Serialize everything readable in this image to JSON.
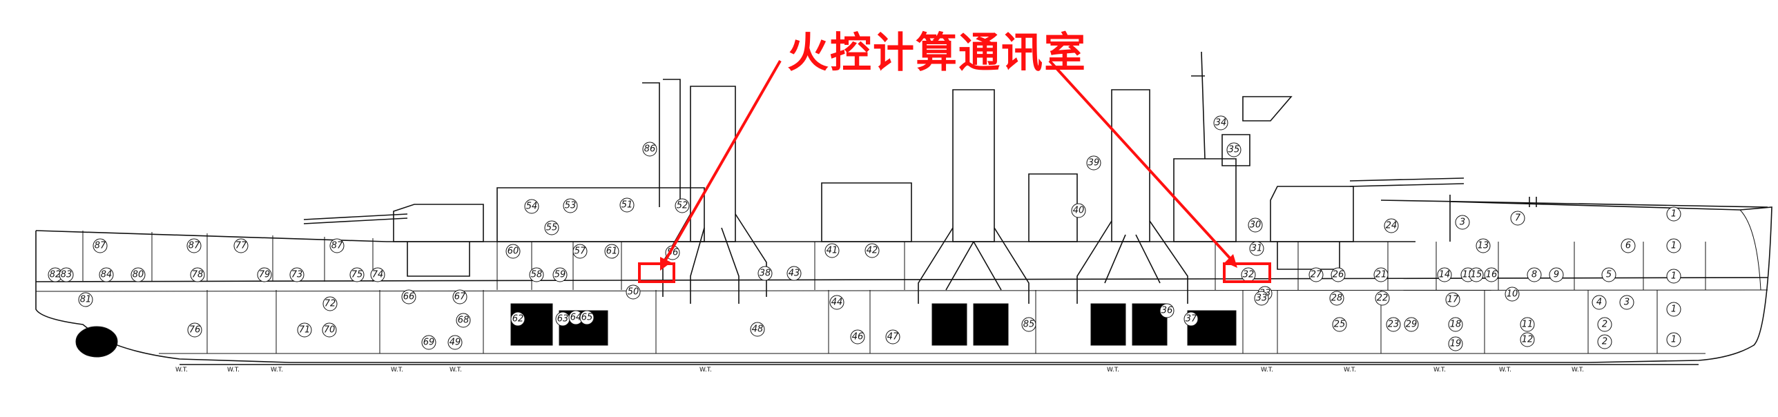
{
  "annotation": {
    "label": "火控计算通讯室",
    "color": "#ff1010"
  },
  "wt_label": "W.T.",
  "compartments": [
    {
      "id": "c1",
      "n": "1"
    },
    {
      "id": "c2",
      "n": "1"
    },
    {
      "id": "c3",
      "n": "1"
    },
    {
      "id": "c4",
      "n": "1"
    },
    {
      "id": "c5",
      "n": "1"
    },
    {
      "id": "c6",
      "n": "2"
    },
    {
      "id": "c7",
      "n": "2"
    },
    {
      "id": "c8",
      "n": "3"
    },
    {
      "id": "c9",
      "n": "3"
    },
    {
      "id": "c10",
      "n": "4"
    },
    {
      "id": "c11",
      "n": "5"
    },
    {
      "id": "c12",
      "n": "6"
    },
    {
      "id": "c13",
      "n": "7"
    },
    {
      "id": "c14",
      "n": "8"
    },
    {
      "id": "c15",
      "n": "9"
    },
    {
      "id": "c16",
      "n": "10"
    },
    {
      "id": "c17",
      "n": "11"
    },
    {
      "id": "c18",
      "n": "12"
    },
    {
      "id": "c19",
      "n": "13"
    },
    {
      "id": "c20",
      "n": "14"
    },
    {
      "id": "c21",
      "n": "15"
    },
    {
      "id": "c22",
      "n": "16"
    },
    {
      "id": "c23",
      "n": "17"
    },
    {
      "id": "c24",
      "n": "18"
    },
    {
      "id": "c25",
      "n": "19"
    },
    {
      "id": "c26",
      "n": "21"
    },
    {
      "id": "c27",
      "n": "22"
    },
    {
      "id": "c28",
      "n": "23"
    },
    {
      "id": "c29",
      "n": "24"
    },
    {
      "id": "c30",
      "n": "25"
    },
    {
      "id": "c31",
      "n": "26"
    },
    {
      "id": "c32",
      "n": "27"
    },
    {
      "id": "c33",
      "n": "28"
    },
    {
      "id": "c34",
      "n": "29"
    },
    {
      "id": "c35",
      "n": "30"
    },
    {
      "id": "c36",
      "n": "31"
    },
    {
      "id": "c37",
      "n": "32"
    },
    {
      "id": "c38",
      "n": "33"
    },
    {
      "id": "c39",
      "n": "34"
    },
    {
      "id": "c40",
      "n": "35"
    },
    {
      "id": "c41",
      "n": "36"
    },
    {
      "id": "c42",
      "n": "37"
    },
    {
      "id": "c43",
      "n": "38"
    },
    {
      "id": "c44",
      "n": "39"
    },
    {
      "id": "c45",
      "n": "40"
    },
    {
      "id": "c46",
      "n": "41"
    },
    {
      "id": "c47",
      "n": "42"
    },
    {
      "id": "c48",
      "n": "43"
    },
    {
      "id": "c49",
      "n": "44"
    },
    {
      "id": "c50",
      "n": "46"
    },
    {
      "id": "c51",
      "n": "47"
    },
    {
      "id": "c52",
      "n": "48"
    },
    {
      "id": "c53",
      "n": "49"
    },
    {
      "id": "c54",
      "n": "50"
    },
    {
      "id": "c55",
      "n": "51"
    },
    {
      "id": "c56",
      "n": "52"
    },
    {
      "id": "c57",
      "n": "53"
    },
    {
      "id": "c58",
      "n": "54"
    },
    {
      "id": "c59",
      "n": "55"
    },
    {
      "id": "c60",
      "n": "56"
    },
    {
      "id": "c61",
      "n": "57"
    },
    {
      "id": "c62",
      "n": "58"
    },
    {
      "id": "c63",
      "n": "59"
    },
    {
      "id": "c64",
      "n": "60"
    },
    {
      "id": "c65",
      "n": "61"
    },
    {
      "id": "c66",
      "n": "62"
    },
    {
      "id": "c67",
      "n": "63"
    },
    {
      "id": "c68",
      "n": "64"
    },
    {
      "id": "c69",
      "n": "65"
    },
    {
      "id": "c70",
      "n": "66"
    },
    {
      "id": "c71",
      "n": "67"
    },
    {
      "id": "c72",
      "n": "68"
    },
    {
      "id": "c73",
      "n": "69"
    },
    {
      "id": "c74",
      "n": "70"
    },
    {
      "id": "c75",
      "n": "71"
    },
    {
      "id": "c76",
      "n": "72"
    },
    {
      "id": "c77",
      "n": "73"
    },
    {
      "id": "c78",
      "n": "74"
    },
    {
      "id": "c79",
      "n": "75"
    },
    {
      "id": "c80",
      "n": "76"
    },
    {
      "id": "c81",
      "n": "77"
    },
    {
      "id": "c82",
      "n": "78"
    },
    {
      "id": "c83",
      "n": "79"
    },
    {
      "id": "c84",
      "n": "80"
    },
    {
      "id": "c85",
      "n": "81"
    },
    {
      "id": "c86",
      "n": "82"
    },
    {
      "id": "c87",
      "n": "83"
    },
    {
      "id": "c88",
      "n": "84"
    },
    {
      "id": "c89",
      "n": "85"
    },
    {
      "id": "c90",
      "n": "86"
    },
    {
      "id": "c91",
      "n": "87"
    },
    {
      "id": "c92",
      "n": "87"
    },
    {
      "id": "c93",
      "n": "87"
    },
    {
      "id": "c94",
      "n": "15"
    },
    {
      "id": "c95",
      "n": "33"
    }
  ]
}
